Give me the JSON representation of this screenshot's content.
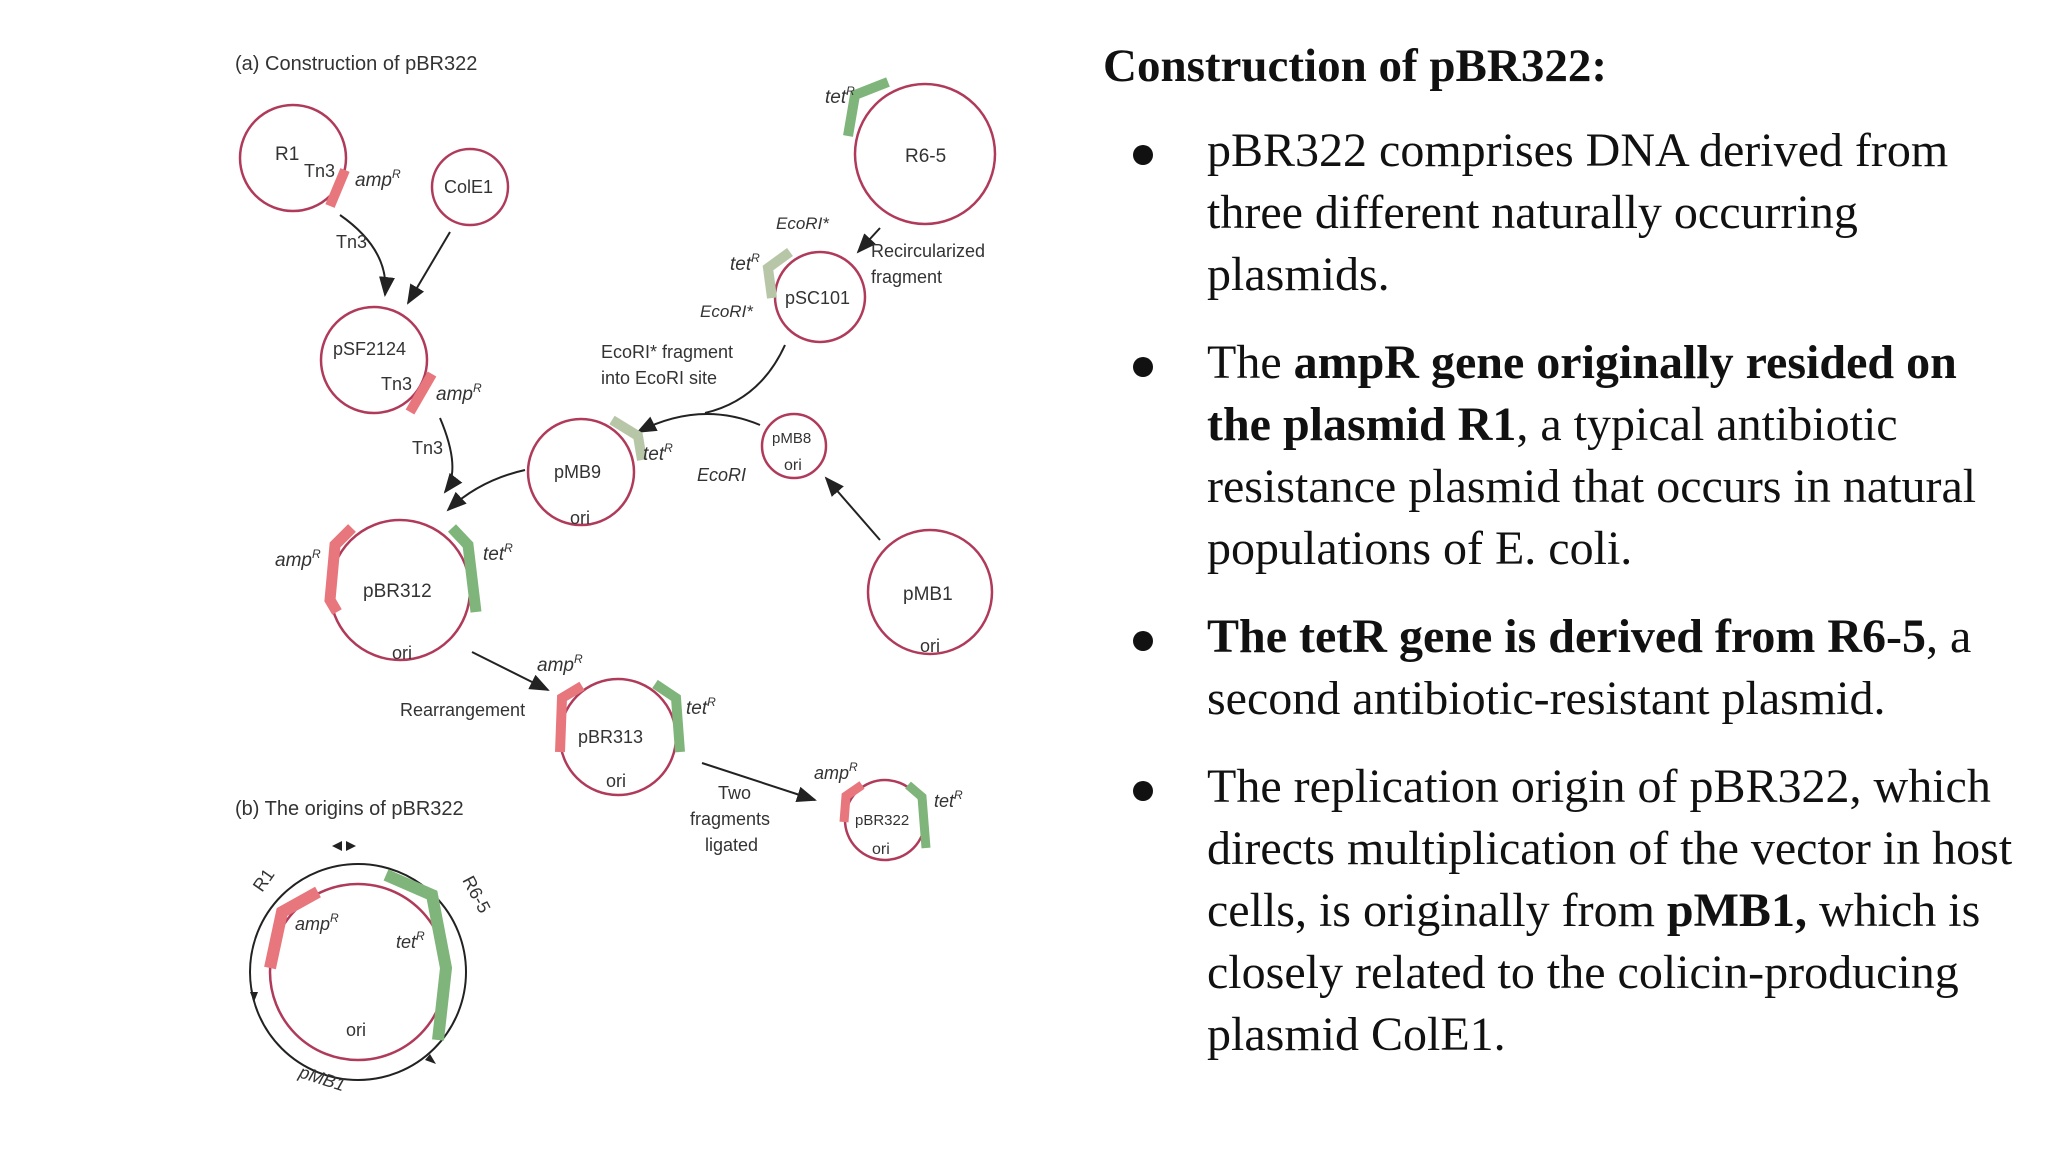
{
  "diagram": {
    "panel_a_title": "(a) Construction of pBR322",
    "panel_b_title": "(b) The origins of pBR322",
    "plasmids": {
      "r1": "R1",
      "cole1": "ColE1",
      "psf2124": "pSF2124",
      "r65": "R6-5",
      "psc101": "pSC101",
      "pmb9": "pMB9",
      "pmb8": "pMB8",
      "pmb1": "pMB1",
      "pbr312": "pBR312",
      "pbr313": "pBR313",
      "pbr322": "pBR322"
    },
    "genes": {
      "amp": "amp",
      "tet": "tet",
      "sup": "R",
      "tn3": "Tn3",
      "ori": "ori"
    },
    "sites": {
      "ecori_star": "EcoRI*",
      "ecori": "EcoRI"
    },
    "annotations": {
      "recircularized_1": "Recircularized",
      "recircularized_2": "fragment",
      "fragment_1": "EcoRI* fragment",
      "fragment_2": "into EcoRI site",
      "rearrangement": "Rearrangement",
      "two": "Two",
      "fragments": "fragments",
      "ligated": "ligated"
    },
    "origins": {
      "r1": "R1",
      "r65": "R6-5",
      "pmb1": "pMB1"
    }
  },
  "text_panel": {
    "title": "Construction of pBR322:",
    "bullets": [
      {
        "pre": "pBR322 comprises DNA derived from three different naturally occurring plasmids.",
        "bold": "",
        "post": ""
      },
      {
        "pre": "The ",
        "bold": "ampR gene originally resided on the plasmid R1",
        "post": ", a typical antibiotic resistance plasmid that occurs in natural populations of E. coli."
      },
      {
        "pre": "",
        "bold": "The tetR gene is derived from R6-5",
        "post": ", a second antibiotic-resistant plasmid."
      },
      {
        "pre": "The replication origin of pBR322, which directs multiplication of the vector in host cells, is originally from ",
        "bold": "pMB1,",
        "post": " which is closely related to the colicin-producing plasmid ColE1."
      }
    ]
  },
  "colors": {
    "circle": "#b03a5a",
    "amp": "#e8767d",
    "tet": "#7fb57a",
    "arrow": "#222222",
    "text": "#111111"
  }
}
